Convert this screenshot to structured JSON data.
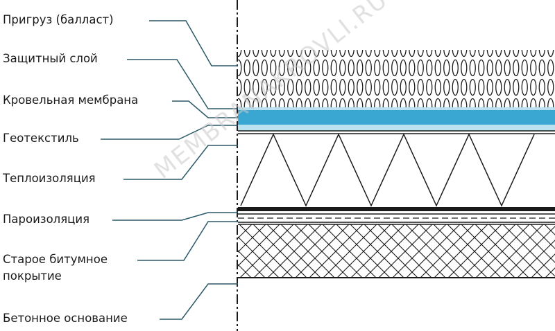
{
  "colors": {
    "leader": "#2a5868",
    "membrane": "#3aa7d2",
    "membrane_light": "#b9e1ef",
    "ink": "#1a1a1a"
  },
  "labels": {
    "ballast": "Пригруз (балласт)",
    "protective": "Защитный слой",
    "membrane": "Кровельная мембрана",
    "geotextile": "Геотекстиль",
    "insulation": "Теплоизоляция",
    "vapor": "Пароизоляция",
    "bitumen_line1": "Старое битумное",
    "bitumen_line2": "покрытие",
    "concrete": "Бетонное основание"
  },
  "watermark": "MEMBRANAKROVLI.RU"
}
